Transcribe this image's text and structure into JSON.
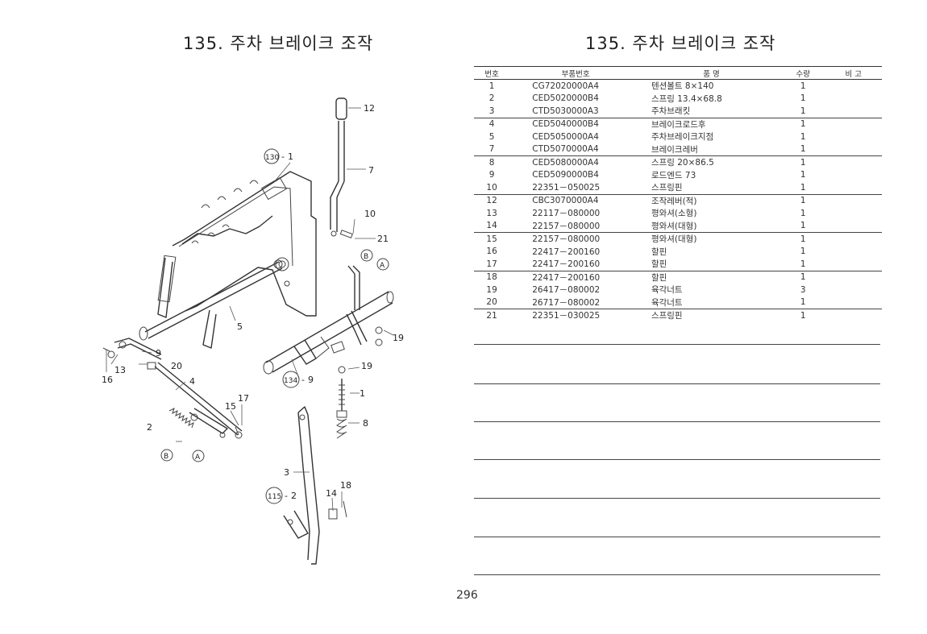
{
  "left_page": {
    "title": "135. 주차 브레이크 조작"
  },
  "right_page": {
    "title": "135. 주차 브레이크 조작"
  },
  "diagram": {
    "labels": [
      "12",
      "130",
      "1",
      "7",
      "10",
      "21",
      "B",
      "A",
      "5",
      "9",
      "20",
      "13",
      "16",
      "4",
      "2",
      "15",
      "17",
      "B",
      "A",
      "19",
      "134",
      "9",
      "19",
      "1",
      "8",
      "3",
      "115",
      "2",
      "14",
      "18"
    ]
  },
  "table": {
    "headers": {
      "no": "번호",
      "part_no": "부품번호",
      "name": "품 명",
      "qty": "수량",
      "remarks": "비 고"
    },
    "rows": [
      {
        "no": "1",
        "part_no": "CG72020000A4",
        "name": "텐션볼트 8×140",
        "qty": "1",
        "remarks": "",
        "group_start": false
      },
      {
        "no": "2",
        "part_no": "CED5020000B4",
        "name": "스프링 13.4×68.8",
        "qty": "1",
        "remarks": "",
        "group_start": false
      },
      {
        "no": "3",
        "part_no": "CTD5030000A3",
        "name": "주차브래킷",
        "qty": "1",
        "remarks": "",
        "group_start": false
      },
      {
        "no": "4",
        "part_no": "CED5040000B4",
        "name": "브레이크로드후",
        "qty": "1",
        "remarks": "",
        "group_start": true
      },
      {
        "no": "5",
        "part_no": "CED5050000A4",
        "name": "주차브레이크지점",
        "qty": "1",
        "remarks": "",
        "group_start": false
      },
      {
        "no": "7",
        "part_no": "CTD5070000A4",
        "name": "브레이크레버",
        "qty": "1",
        "remarks": "",
        "group_start": false
      },
      {
        "no": "8",
        "part_no": "CED5080000A4",
        "name": "스프링 20×86.5",
        "qty": "1",
        "remarks": "",
        "group_start": true
      },
      {
        "no": "9",
        "part_no": "CED5090000B4",
        "name": "로드엔드 73",
        "qty": "1",
        "remarks": "",
        "group_start": false
      },
      {
        "no": "10",
        "part_no": "22351－050025",
        "name": "스프링핀",
        "qty": "1",
        "remarks": "",
        "group_start": false
      },
      {
        "no": "12",
        "part_no": "CBC3070000A4",
        "name": "조작레버(적)",
        "qty": "1",
        "remarks": "",
        "group_start": true
      },
      {
        "no": "13",
        "part_no": "22117－080000",
        "name": "평와셔(소형)",
        "qty": "1",
        "remarks": "",
        "group_start": false
      },
      {
        "no": "14",
        "part_no": "22157－080000",
        "name": "평와셔(대형)",
        "qty": "1",
        "remarks": "",
        "group_start": false
      },
      {
        "no": "15",
        "part_no": "22157－080000",
        "name": "평와셔(대형)",
        "qty": "1",
        "remarks": "",
        "group_start": true
      },
      {
        "no": "16",
        "part_no": "22417－200160",
        "name": "할핀",
        "qty": "1",
        "remarks": "",
        "group_start": false
      },
      {
        "no": "17",
        "part_no": "22417－200160",
        "name": "할핀",
        "qty": "1",
        "remarks": "",
        "group_start": false
      },
      {
        "no": "18",
        "part_no": "22417－200160",
        "name": "할핀",
        "qty": "1",
        "remarks": "",
        "group_start": true
      },
      {
        "no": "19",
        "part_no": "26417－080002",
        "name": "육각너트",
        "qty": "3",
        "remarks": "",
        "group_start": false
      },
      {
        "no": "20",
        "part_no": "26717－080002",
        "name": "육각너트",
        "qty": "1",
        "remarks": "",
        "group_start": false
      },
      {
        "no": "21",
        "part_no": "22351－030025",
        "name": "스프링핀",
        "qty": "1",
        "remarks": "",
        "group_start": true
      }
    ]
  },
  "page_number": "296"
}
